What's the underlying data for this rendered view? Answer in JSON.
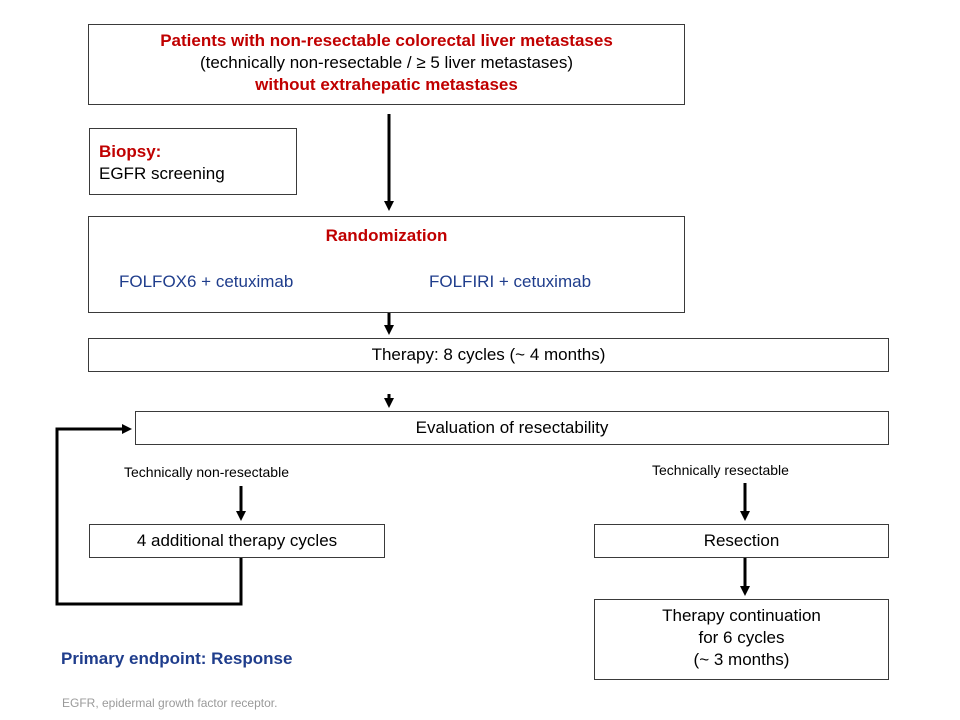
{
  "patients_box": {
    "line1": "Patients with non-resectable colorectal liver metastases",
    "line2": "(technically non-resectable / ≥ 5 liver metastases)",
    "line3": "without extrahepatic metastases"
  },
  "biopsy_box": {
    "title": "Biopsy:",
    "text": "EGFR screening"
  },
  "randomization_box": {
    "title": "Randomization",
    "arm_left": "FOLFOX6 + cetuximab",
    "arm_right": "FOLFIRI + cetuximab"
  },
  "therapy_box": {
    "text": "Therapy: 8 cycles (~ 4 months)"
  },
  "evaluation_box": {
    "text": "Evaluation of resectability"
  },
  "branch_labels": {
    "left": "Technically non-resectable",
    "right": "Technically resectable"
  },
  "additional_box": {
    "text": "4 additional therapy cycles"
  },
  "resection_box": {
    "text": "Resection"
  },
  "continuation_box": {
    "line1": "Therapy continuation",
    "line2": "for 6 cycles",
    "line3": "(~ 3 months)"
  },
  "primary_endpoint": "Primary endpoint: Response",
  "footnote": "EGFR, epidermal growth factor receptor.",
  "colors": {
    "accent_red": "#c00000",
    "accent_blue": "#1f3d8c",
    "arrow": "#000000"
  }
}
